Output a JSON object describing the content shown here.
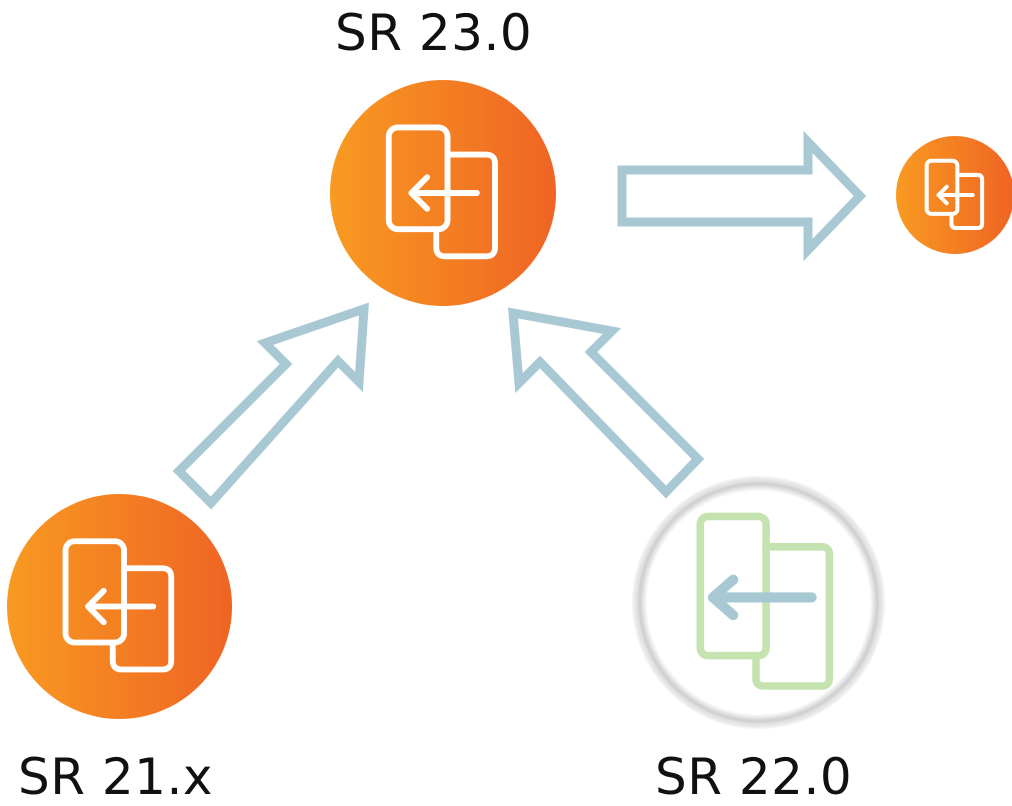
{
  "diagram": {
    "nodes": [
      {
        "label": "SR 23.0",
        "state": "active",
        "icon": "app-transfer-icon"
      },
      {
        "label": "",
        "state": "active",
        "icon": "app-transfer-icon"
      },
      {
        "label": "SR 21.x",
        "state": "active",
        "icon": "app-transfer-icon"
      },
      {
        "label": "SR 22.0",
        "state": "inactive",
        "icon": "app-transfer-icon"
      }
    ],
    "edges": [
      {
        "from": "SR 21.x",
        "to": "SR 23.0"
      },
      {
        "from": "SR 22.0",
        "to": "SR 23.0"
      },
      {
        "from": "SR 23.0",
        "to": "next"
      }
    ]
  },
  "colors": {
    "orange_start": "#F89A21",
    "orange_end": "#EF6424",
    "arrow_stroke": "#A8C8D4",
    "inactive_icon": "#C5E3B0",
    "inactive_ring": "#D4D4D4",
    "inactive_arrow": "#A8C8D4"
  }
}
